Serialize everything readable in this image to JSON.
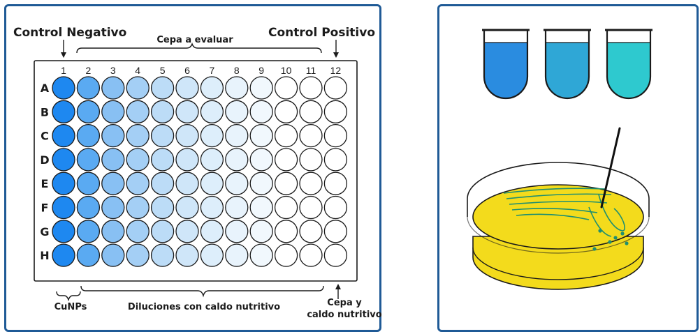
{
  "plate": {
    "label_control_negative": "Control Negativo",
    "label_strain": "Cepa a evaluar",
    "label_control_positive": "Control Positivo",
    "label_cunps": "CuNPs",
    "label_dilutions": "Diluciones con caldo nutritivo",
    "label_strain_broth_line1": "Cepa y",
    "label_strain_broth_line2": "caldo nutritivo",
    "columns": [
      "1",
      "2",
      "3",
      "4",
      "5",
      "6",
      "7",
      "8",
      "9",
      "10",
      "11",
      "12"
    ],
    "rows": [
      "A",
      "B",
      "C",
      "D",
      "E",
      "F",
      "G",
      "H"
    ],
    "column_colors": [
      "#1e88f0",
      "#5aaaf2",
      "#88c0f3",
      "#a4cff5",
      "#bcdcf7",
      "#cfe6f9",
      "#ddeefb",
      "#e8f3fc",
      "#f1f8fd",
      "#ffffff",
      "#ffffff",
      "#ffffff"
    ]
  },
  "colors": {
    "frame": "#1f5a96",
    "well_stroke": "#1a1a1a",
    "tube_1": "#2a8ce0",
    "tube_2": "#2fa7d6",
    "tube_3": "#2ec9cf",
    "agar": "#f3db1c",
    "streak": "#1f8f70"
  }
}
